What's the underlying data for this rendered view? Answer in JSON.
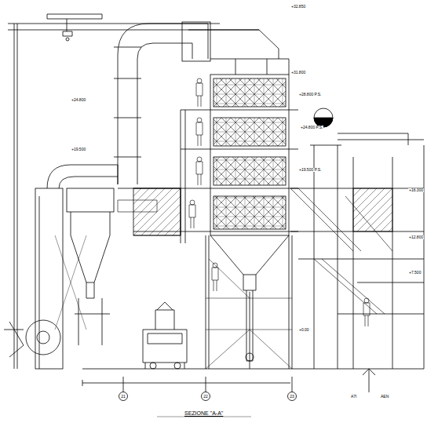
{
  "diagram": {
    "caption": "SEZIONE \"A-A\"",
    "nodes": [
      {
        "text": [
          "21"
        ]
      },
      {
        "text": [
          "22"
        ]
      },
      {
        "text": [
          "23"
        ]
      }
    ],
    "labels": [
      "A7I",
      "AEN",
      "+32.850",
      "+31.800",
      "+28.800 P.S.",
      "+24.800 P.S.",
      "+19.500 P.S.",
      "+16.300",
      "+12.800",
      "+7.500",
      "+0.00",
      "+24.800",
      "+19.500"
    ]
  }
}
